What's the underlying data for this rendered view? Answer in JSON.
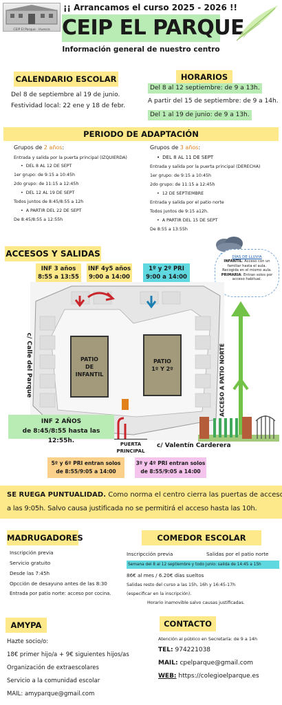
{
  "header": {
    "top_banner": "¡¡ Arrancamos el curso 2025 - 2026 !!",
    "school_name": "CEIP EL PARQUE",
    "subtitle": "Información general de nuestro centro",
    "logo_caption": "CEIP El Parque · Huesca"
  },
  "calendario": {
    "title": "CALENDARIO ESCOLAR",
    "line1": "Del 8 de septiembre al 19 de junio.",
    "line2": "Festividad local: 22 ene y 18 de febr."
  },
  "horarios": {
    "title": "HORARIOS",
    "line1": "Del 8 al 12 septiembre: de 9 a 13h.",
    "line2": "A partir del 15 de septiembre: de 9 a 14h.",
    "line3": "Del 1 al 19 de junio: de 9 a 13h."
  },
  "adaptacion": {
    "title": "PERIODO DE ADAPTACIÓN",
    "left": {
      "group_prefix": "Grupos de ",
      "group_age": "2 años",
      "group_suffix": ":",
      "entry": "Entrada y salida por la puerta principal (IZQUIERDA)",
      "b1": "DEL 8 AL 12 DE SEPT",
      "l1": "1er grupo: de 9:15 a 10:45h",
      "l2": "2do grupo: de 11:15 a 12:45h",
      "b2": "DEL 12 AL 19 DE SEPT",
      "l3": "Todos juntos de 8:45/8:55 a 12h",
      "b3": "A PARTIR DEL 22 DE SEPT",
      "l4": "De 8:45/8:55 a 12:55h"
    },
    "right": {
      "group_prefix": "Grupos de ",
      "group_age": "3 años",
      "group_suffix": ":",
      "b1": "DEL 8 AL 11 DE SEPT",
      "entry": "Entrada y salida por la puerta principal (DERECHA)",
      "l1": "1er grupo: de 9:15 a 10:45h",
      "l2": "2do grupo: de 11:15 a 12:45h",
      "b2": "12 DE SEPTIEMBRE",
      "entry2": "Entrada y salida por el patio norte",
      "l3": "Todos juntos de 9:15 a12h.",
      "b3": "A PARTIR DEL 15 DE SEPT",
      "l4": "De 8:55 a 13:55h"
    }
  },
  "accesos": {
    "title": "ACCESOS Y SALIDAS",
    "inf3": {
      "name": "INF 3 años",
      "time": "8:55 a 13:55"
    },
    "inf45": {
      "name": "INF 4y5 años",
      "time": "9:00 a 14:00"
    },
    "pri12": {
      "name": "1º y 2º PRI",
      "time": "9:00 a 14:00"
    },
    "rain": {
      "title": "DÍAS DE LLUVIA",
      "inf_label": "INFANTIL",
      "inf_text": ": Acceso con un familiar hasta el aula. Recogida en el mismo aula.",
      "pri_label": "PRIMARIA",
      "pri_text": ": Entran solos por acceso habitual."
    },
    "patio_inf": [
      "PATIO",
      "DE",
      "INFANTIL"
    ],
    "patio_pri": [
      "PATIO",
      "1º Y 2º"
    ],
    "street_left": "c/ Calle del Parque",
    "north_access": "ACCESO A PATIO NORTE",
    "street_bottom": "c/ Valentín Carderera",
    "main_door": [
      "PUERTA",
      "PRINCIPAL"
    ],
    "inf2": {
      "name": "INF 2 AÑOS",
      "time": "de 8:45/8:55 hasta las 12:55h."
    },
    "pri56": {
      "name": "5º y 6º PRI entran solos",
      "time": "de 8:55/9:05 a 14:00"
    },
    "pri34": {
      "name": "3º y 4º PRI entran solos",
      "time": "de 8:55/9:05 a 14:00"
    }
  },
  "puntualidad": {
    "strong": "SE RUEGA PUNTUALIDAD.",
    "line1_rest": " Como norma el centro cierra las puertas de acceso",
    "line2": "a las 9:05h. Salvo causa justificada no se permitirá el acceso hasta las 10h."
  },
  "madrugadores": {
    "title": "MADRUGADORES",
    "l1": "Inscripción previa",
    "l2": "Servicio gratuito",
    "l3": "Desde las 7:45h",
    "l4": "Opcción de desayuno antes de las 8:30",
    "l5": "Entrada por patio norte: acceso por cocina."
  },
  "comedor": {
    "title": "COMEDOR ESCOLAR",
    "l1a": "Inscripcción previa",
    "l1b": "Salidas por el patio norte",
    "l2": "Semana del 8 al 12 septiembre y todo junio: salida de 14:45 a 15h",
    "l3": "86€ al mes / 6.20€ días sueltos",
    "l4": "Salidas resto del curso a las 15h, 16h y 16:45-17h",
    "l5": "(especificar en la inscripción).",
    "l6": "Horario inamovible salvo causas justificadas."
  },
  "amypa": {
    "title": "AMYPA",
    "l1": "Hazte socio/o:",
    "l2": "18€ primer hijo/a + 9€ siguientes hijos/as",
    "l3": "Organización de extraescolares",
    "l4": "Servicio a la comunidad escolar",
    "mail_label": "MAIL:",
    "mail": " amyparque@gmail.com"
  },
  "contacto": {
    "title": "CONTACTO",
    "l1": "Atención al público en Secretaría: de 9 a 14h",
    "tel_label": "TEL:",
    "tel": " 974221038",
    "mail_label": "MAIL:",
    "mail": " cpelparque@gmail.com",
    "web_label": "WEB:",
    "web": " https://colegioelparque.es"
  },
  "colors": {
    "yellow": "#fde98a",
    "green": "#b9ecb4",
    "cyan": "#5fd8e0",
    "pink": "#f5c4ec",
    "orange": "#e0811b",
    "arrow_green": "#72c247",
    "arrow_red": "#c9252b"
  }
}
